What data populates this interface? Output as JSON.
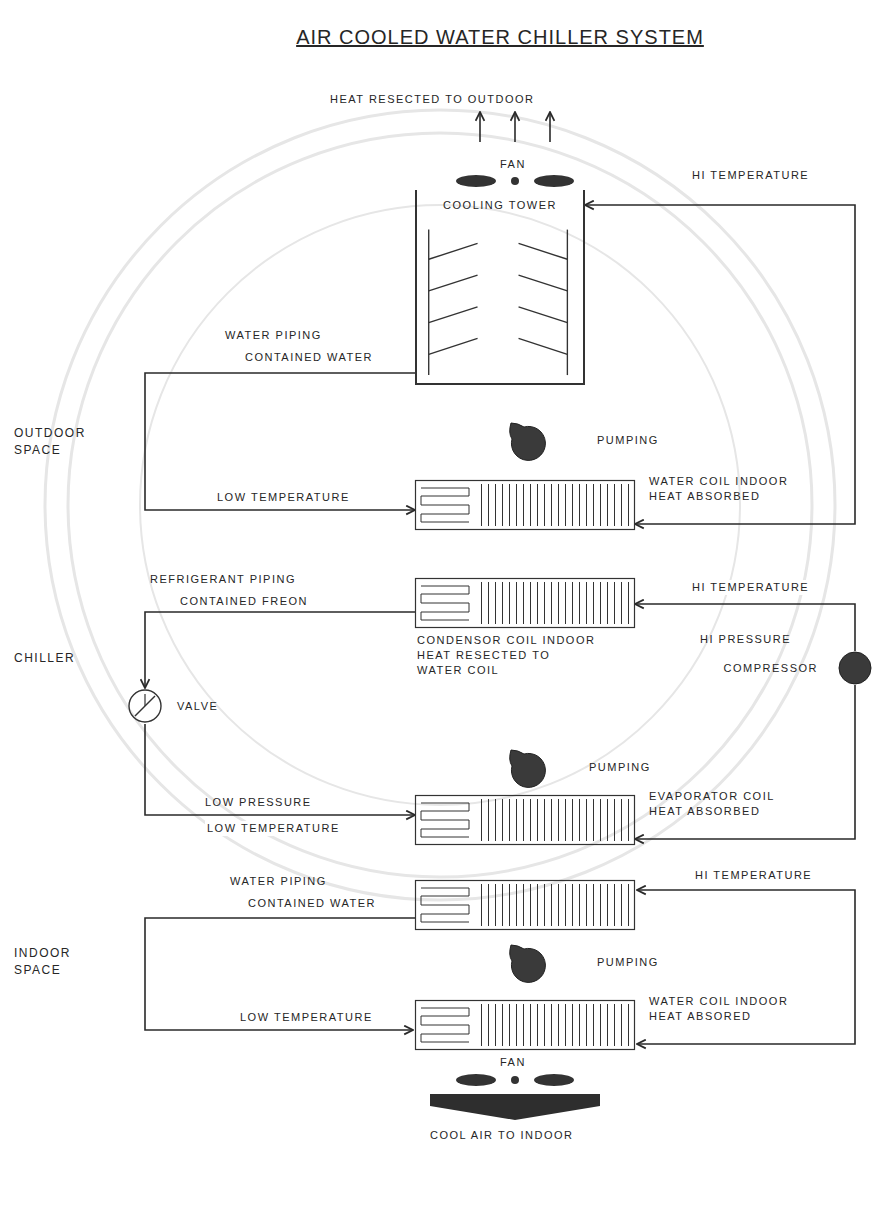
{
  "diagram": {
    "title": "AIR COOLED WATER CHILLER SYSTEM",
    "nodes": [
      {
        "text": [
          "COOLING TOWER"
        ]
      },
      {
        "text": [
          "PUMPING"
        ]
      },
      {
        "text": [
          "WATER COIL INDOOR HEAT ABSORBED"
        ]
      },
      {
        "text": [
          "CONDENSOR COIL INDOOR HEAT RESECTED TO WATER COIL"
        ]
      },
      {
        "text": [
          "COMPRESSOR"
        ]
      },
      {
        "text": [
          "VALVE"
        ]
      },
      {
        "text": [
          "PUMPING"
        ]
      },
      {
        "text": [
          "EVAPORATOR COIL HEAT ABSORBED"
        ]
      },
      {
        "text": [
          "PUMPING"
        ]
      },
      {
        "text": [
          "WATER COIL INDOOR HEAT ABSORED"
        ]
      }
    ],
    "edges": [
      {
        "from": 0,
        "to": 2,
        "arrow": "to",
        "label": "LOW TEMPERATURE"
      },
      {
        "from": 2,
        "to": 0,
        "arrow": "both",
        "label": "HI TEMPERATURE"
      },
      {
        "from": 3,
        "to": 5,
        "arrow": "to"
      },
      {
        "from": 5,
        "to": 7,
        "arrow": "to",
        "label": "LOW TEMPERATURE"
      },
      {
        "from": 4,
        "to": 7,
        "arrow": "to"
      },
      {
        "from": 4,
        "to": 3,
        "arrow": "to",
        "label": "HI TEMPERATURE"
      }
    ],
    "labels": [
      "HEAT RESECTED TO OUTDOOR",
      "FAN",
      "WATER PIPING",
      "CONTAINED WATER",
      "OUTDOOR SPACE",
      "REFRIGERANT PIPING",
      "CONTAINED FREON",
      "CHILLER",
      "HI PRESSURE",
      "LOW PRESSURE",
      "WATER PIPING",
      "CONTAINED WATER",
      "INDOOR SPACE",
      "HI TEMPERATURE",
      "LOW TEMPERATURE",
      "FAN",
      "COOL AIR TO INDOOR"
    ]
  }
}
